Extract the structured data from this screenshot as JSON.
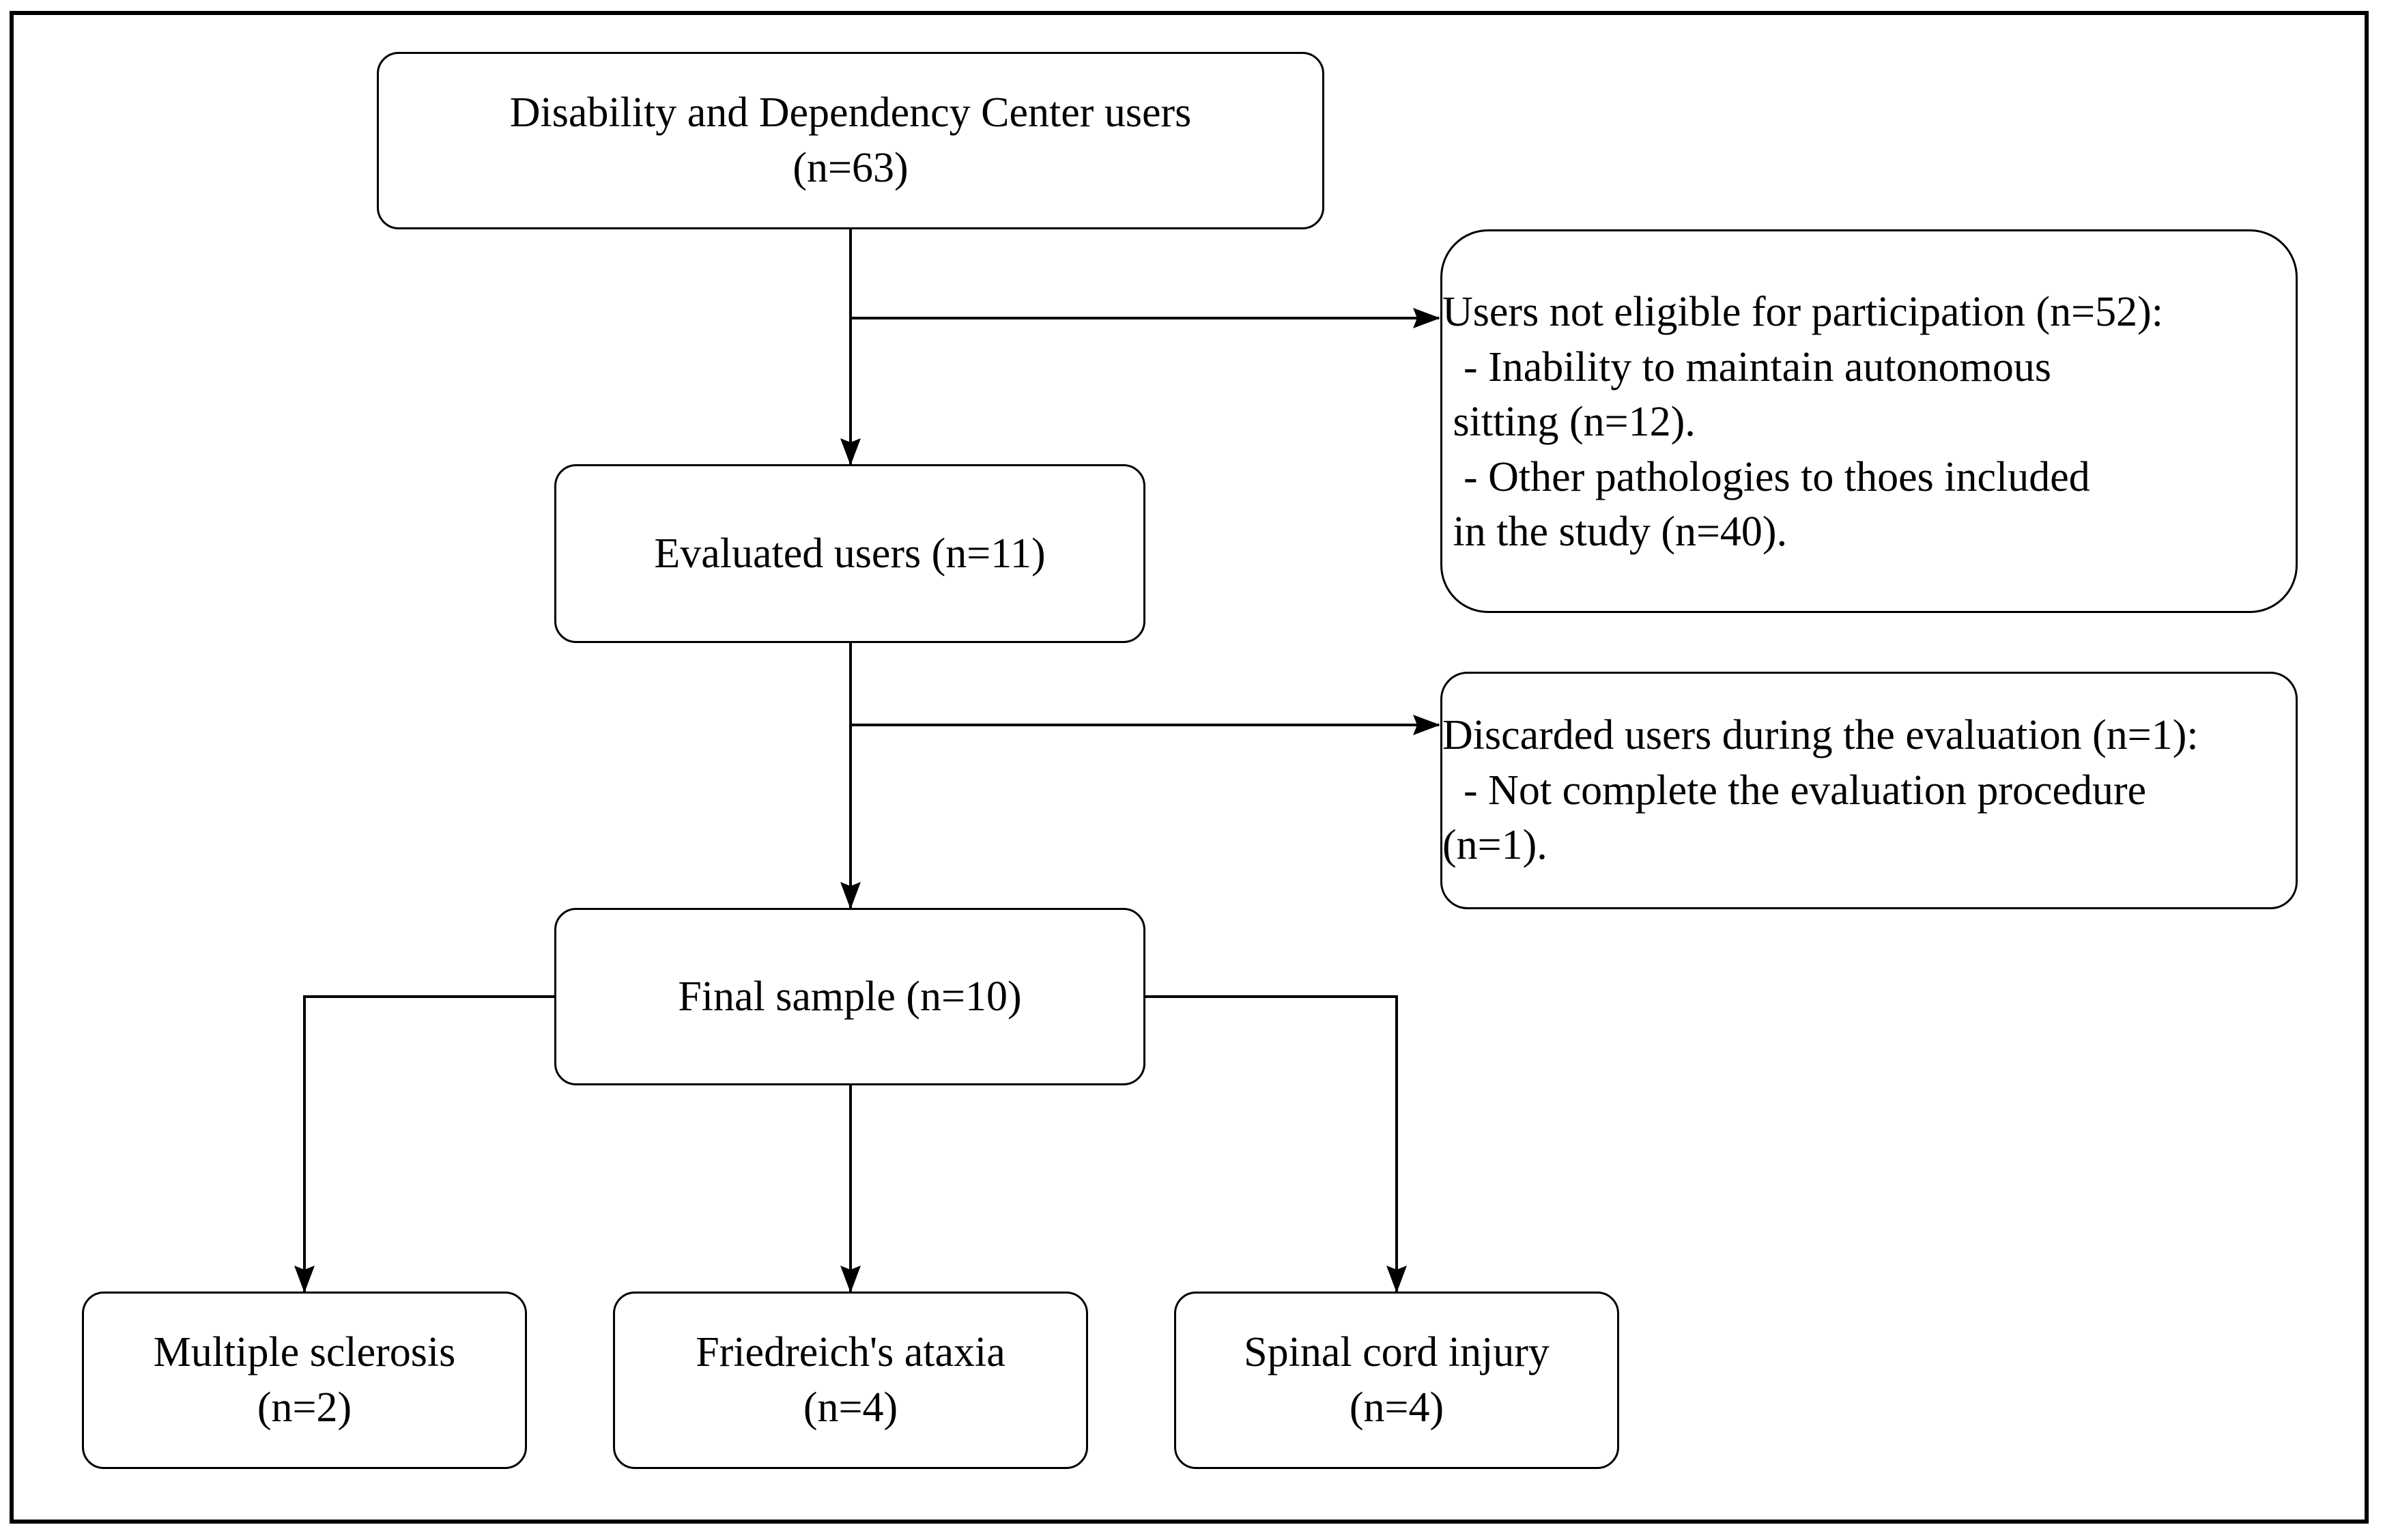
{
  "boxes": {
    "center_users": {
      "line1": "Disability and Dependency Center users",
      "line2": "(n=63)"
    },
    "evaluated": {
      "line1": "Evaluated users (n=11)"
    },
    "final_sample": {
      "line1": "Final sample (n=10)"
    },
    "multiple_sclerosis": {
      "line1": "Multiple sclerosis",
      "line2": "(n=2)"
    },
    "friedreich": {
      "line1": "Friedreich's ataxia",
      "line2": "(n=4)"
    },
    "spinal": {
      "line1": "Spinal cord injury",
      "line2": "(n=4)"
    },
    "not_eligible": {
      "lines": [
        "Users not eligible for participation (n=52):",
        "  - Inability to maintain autonomous",
        " sitting (n=12).",
        "  - Other pathologies to thoes included",
        " in the study (n=40)."
      ]
    },
    "discarded": {
      "lines": [
        "Discarded users during the evaluation (n=1):",
        "  - Not complete the evaluation procedure",
        "(n=1)."
      ]
    }
  }
}
